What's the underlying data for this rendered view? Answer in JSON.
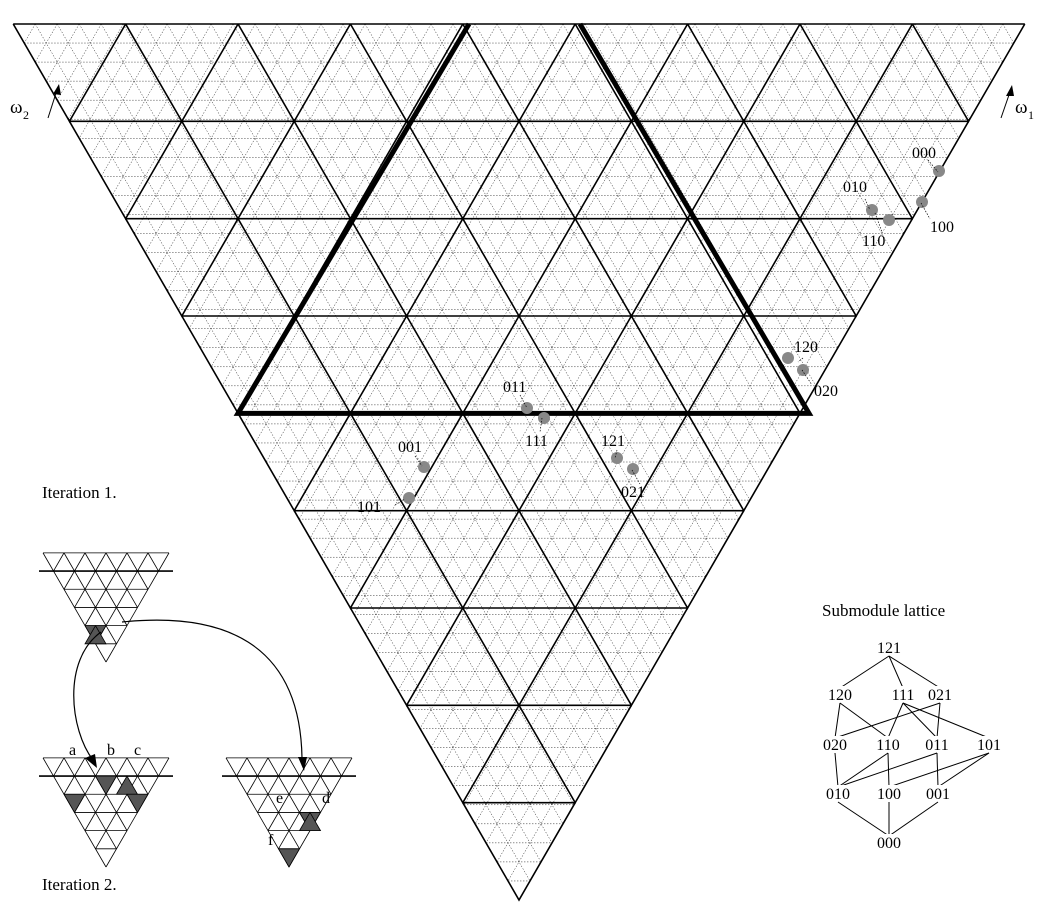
{
  "axes": {
    "omega2": {
      "symbol": "ω",
      "subscript": "2"
    },
    "omega1": {
      "symbol": "ω",
      "subscript": "1"
    }
  },
  "weight_points": [
    {
      "label": "000",
      "color": "#888888"
    },
    {
      "label": "100",
      "color": "#888888"
    },
    {
      "label": "010",
      "color": "#888888"
    },
    {
      "label": "110",
      "color": "#888888"
    },
    {
      "label": "120",
      "color": "#888888"
    },
    {
      "label": "020",
      "color": "#888888"
    },
    {
      "label": "011",
      "color": "#888888"
    },
    {
      "label": "111",
      "color": "#888888"
    },
    {
      "label": "121",
      "color": "#888888"
    },
    {
      "label": "021",
      "color": "#888888"
    },
    {
      "label": "001",
      "color": "#888888"
    },
    {
      "label": "101",
      "color": "#888888"
    }
  ],
  "iterations": {
    "first": "Iteration 1.",
    "second": "Iteration 2.",
    "markers": [
      "a",
      "b",
      "c",
      "d",
      "e",
      "f"
    ],
    "shade_color": "#555555"
  },
  "lattice": {
    "title": "Submodule lattice",
    "nodes": [
      "121",
      "120",
      "111",
      "021",
      "020",
      "110",
      "011",
      "101",
      "010",
      "100",
      "001",
      "000"
    ],
    "edges": [
      [
        "121",
        "120"
      ],
      [
        "121",
        "111"
      ],
      [
        "121",
        "021"
      ],
      [
        "120",
        "020"
      ],
      [
        "120",
        "110"
      ],
      [
        "111",
        "110"
      ],
      [
        "111",
        "011"
      ],
      [
        "111",
        "101"
      ],
      [
        "021",
        "020"
      ],
      [
        "021",
        "011"
      ],
      [
        "020",
        "010"
      ],
      [
        "110",
        "010"
      ],
      [
        "110",
        "100"
      ],
      [
        "011",
        "010"
      ],
      [
        "011",
        "001"
      ],
      [
        "101",
        "100"
      ],
      [
        "101",
        "001"
      ],
      [
        "010",
        "000"
      ],
      [
        "100",
        "000"
      ],
      [
        "001",
        "000"
      ]
    ]
  }
}
